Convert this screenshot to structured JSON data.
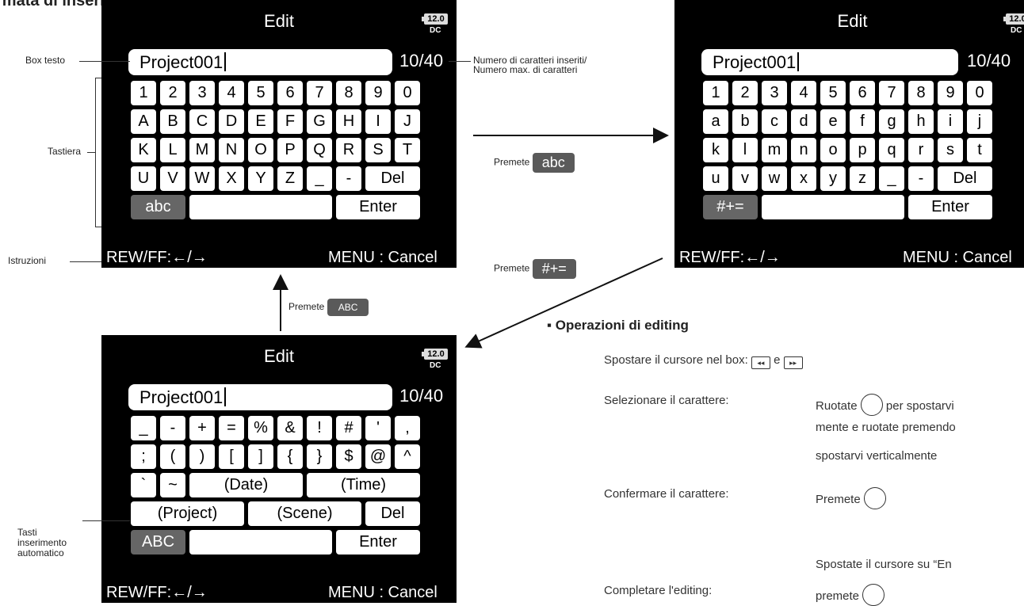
{
  "header": "rmata di inserimento caratteri",
  "screen_common": {
    "title": "Edit",
    "battery": "12.0",
    "dc": "DC",
    "text": "Project001",
    "count": "10/40",
    "hint_left": "REW/FF:←/→",
    "hint_right": "MENU : Cancel"
  },
  "screen_upper": {
    "rows": [
      [
        "1",
        "2",
        "3",
        "4",
        "5",
        "6",
        "7",
        "8",
        "9",
        "0"
      ],
      [
        "A",
        "B",
        "C",
        "D",
        "E",
        "F",
        "G",
        "H",
        "I",
        "J"
      ],
      [
        "K",
        "L",
        "M",
        "N",
        "O",
        "P",
        "Q",
        "R",
        "S",
        "T"
      ],
      [
        "U",
        "V",
        "W",
        "X",
        "Y",
        "Z",
        "_",
        "-",
        "Del"
      ],
      [
        "abc",
        "",
        "Enter"
      ]
    ]
  },
  "screen_lower": {
    "rows": [
      [
        "1",
        "2",
        "3",
        "4",
        "5",
        "6",
        "7",
        "8",
        "9",
        "0"
      ],
      [
        "a",
        "b",
        "c",
        "d",
        "e",
        "f",
        "g",
        "h",
        "i",
        "j"
      ],
      [
        "k",
        "l",
        "m",
        "n",
        "o",
        "p",
        "q",
        "r",
        "s",
        "t"
      ],
      [
        "u",
        "v",
        "w",
        "x",
        "y",
        "z",
        "_",
        "-",
        "Del"
      ],
      [
        "#+=",
        "",
        "Enter"
      ]
    ]
  },
  "screen_symbol": {
    "rows": [
      [
        "_",
        "-",
        "+",
        "=",
        "%",
        "&",
        "!",
        "#",
        "'",
        ","
      ],
      [
        ";",
        "(",
        ")",
        "[",
        "]",
        "{",
        "}",
        "$",
        "@",
        "^"
      ],
      [
        "`",
        "~",
        "(Date)",
        "(Time)"
      ],
      [
        "(Project)",
        "(Scene)",
        "Del"
      ],
      [
        "ABC",
        "",
        "Enter"
      ]
    ]
  },
  "callouts": {
    "box_testo": "Box testo",
    "tastiera": "Tastiera",
    "istruzioni": "Istruzioni",
    "tasti_auto_1": "Tasti",
    "tasti_auto_2": "inserimento",
    "tasti_auto_3": "automatico",
    "numero_1": "Numero di caratteri inseriti/",
    "numero_2": "Numero max. di caratteri"
  },
  "transitions": {
    "premete": "Premete",
    "abc": "abc",
    "symbols": "#+=",
    "ABC": "ABC"
  },
  "operations": {
    "title": "Operazioni di editing",
    "move_cursor": "Spostare il cursore nel box:",
    "move_cursor_and": "e",
    "select_char": "Selezionare il carattere:",
    "select_char_desc_1a": "Ruotate",
    "select_char_desc_1b": "per spostarvi",
    "select_char_desc_2": "mente e ruotate premendo",
    "select_char_desc_3": "spostarvi verticalmente",
    "confirm_char": "Confermare il carattere:",
    "confirm_char_desc": "Premete",
    "complete": "Completare l'editing:",
    "complete_desc_1": "Spostate il cursore su “En",
    "complete_desc_2": "premete"
  },
  "icons": [
    "rew-key-icon",
    "ff-key-icon",
    "dial-rotate-icon",
    "dial-press-icon",
    "battery-icon"
  ]
}
